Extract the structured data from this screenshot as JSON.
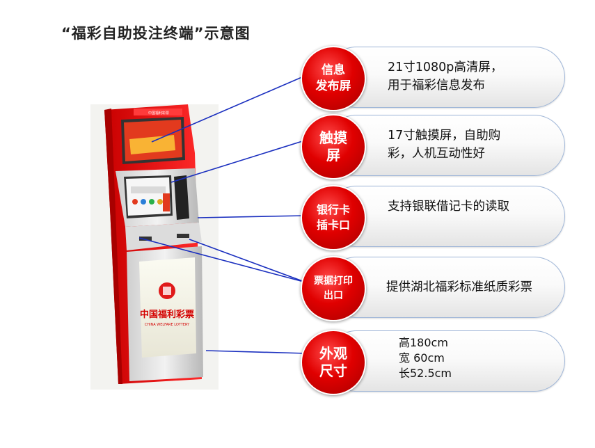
{
  "title": "“福彩自助投注终端”示意图",
  "accent_red": "#e00000",
  "line_color": "#1a2fbf",
  "kiosk": {
    "brand_small": "中国福利彩票",
    "panel_cn": "中国福利彩票",
    "panel_en": "CHINA WELFARE LOTTERY"
  },
  "callouts": [
    {
      "label": "信息\n发布屏",
      "text": "21寸1080p高清屏，\n用于福彩信息发布"
    },
    {
      "label": "触摸\n屏",
      "text": "17寸触摸屏，自助购\n彩，人机互动性好"
    },
    {
      "label": "银行卡\n插卡口",
      "text": "支持银联借记卡的读取"
    },
    {
      "label": "票据打印\n出口",
      "text": "提供湖北福彩标准纸质彩票"
    },
    {
      "label": "外观\n尺寸",
      "text": "高180cm\n宽 60cm\n长52.5cm"
    }
  ]
}
